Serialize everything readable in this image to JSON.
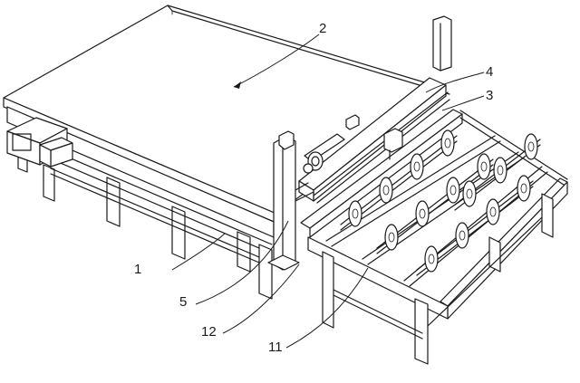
{
  "callouts": [
    {
      "id": "1",
      "text": "1"
    },
    {
      "id": "2",
      "text": "2"
    },
    {
      "id": "3",
      "text": "3"
    },
    {
      "id": "4",
      "text": "4"
    },
    {
      "id": "5",
      "text": "5"
    },
    {
      "id": "11",
      "text": "11"
    },
    {
      "id": "12",
      "text": "12"
    }
  ]
}
